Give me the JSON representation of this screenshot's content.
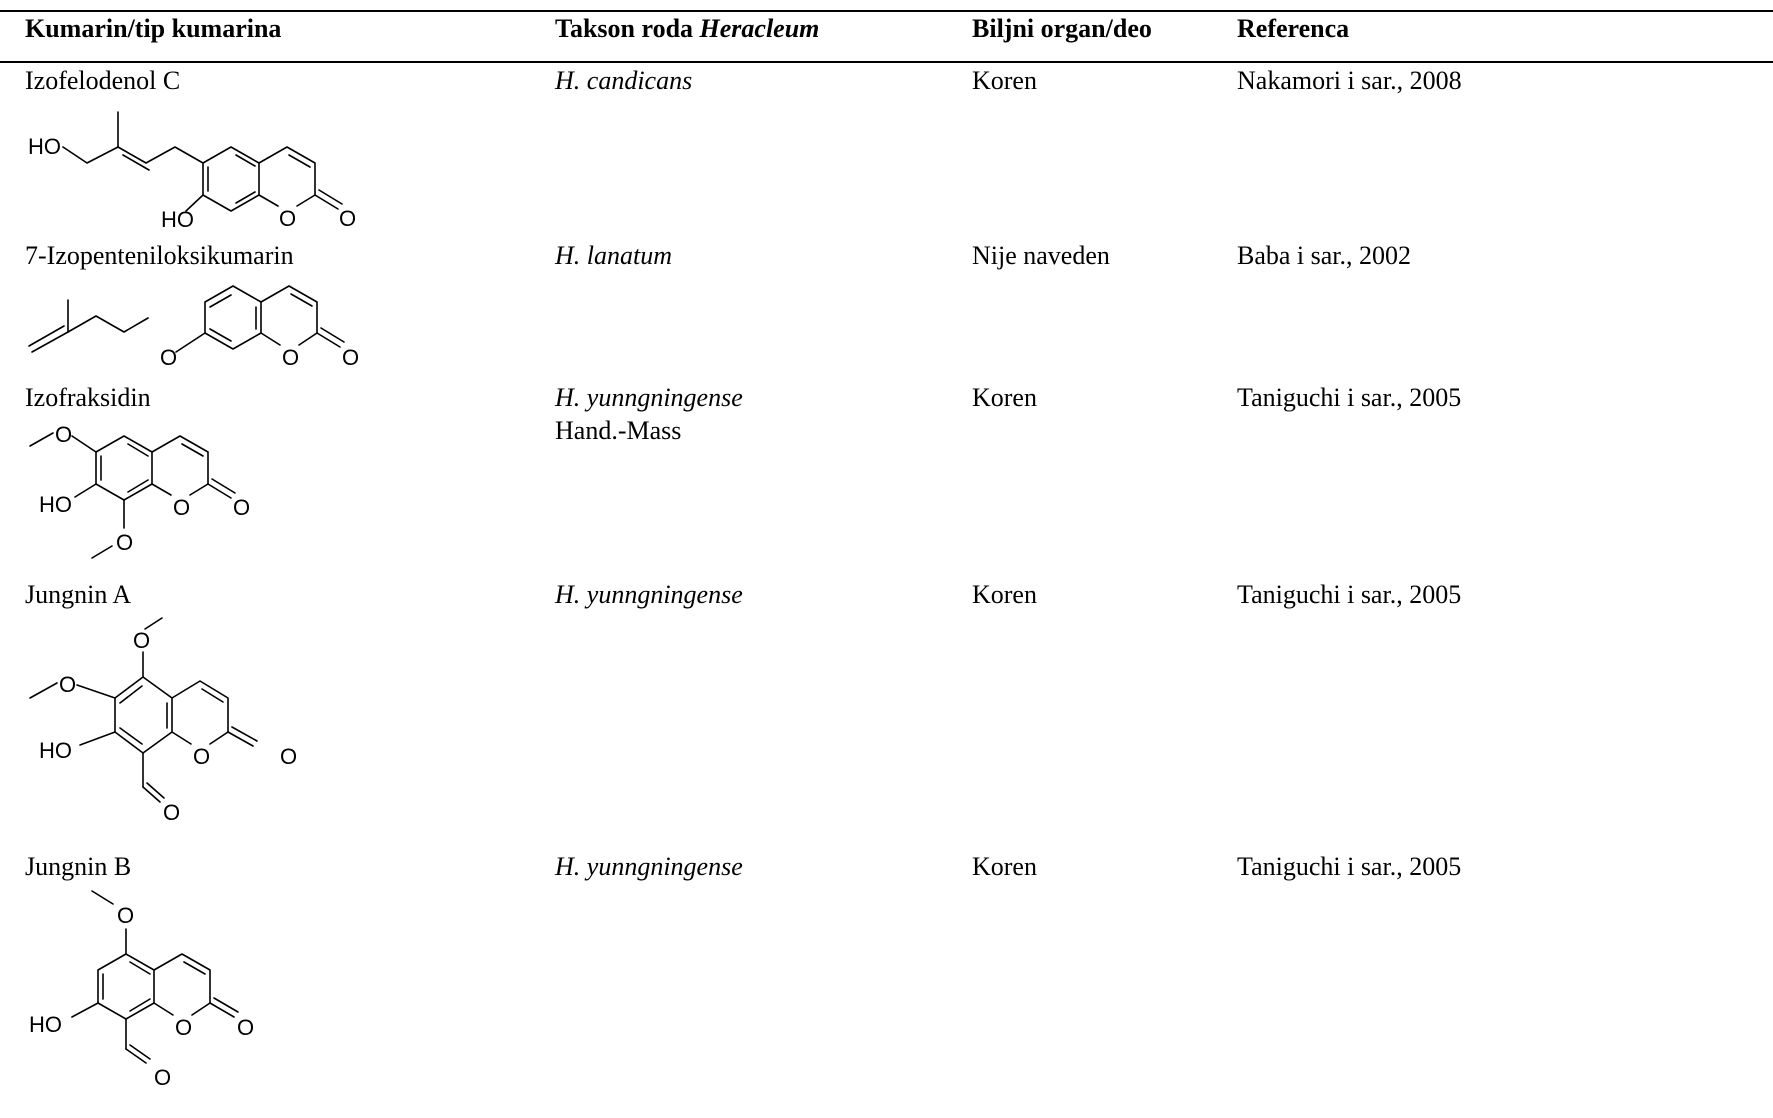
{
  "table": {
    "headers": {
      "compound": "Kumarin/tip kumarina",
      "taxon_prefix": "Takson roda ",
      "taxon_genus": "Heracleum",
      "organ": "Biljni organ/deo",
      "reference": "Referenca"
    },
    "rows": [
      {
        "compound": "Izofelodenol C",
        "taxon": "H. candicans",
        "taxon_author": "",
        "organ": "Koren",
        "reference": "Nakamori i sar., 2008"
      },
      {
        "compound": "7-Izopenteniloksikumarin",
        "taxon": "H. lanatum",
        "taxon_author": "",
        "organ": "Nije naveden",
        "reference": "Baba i sar., 2002"
      },
      {
        "compound": "Izofraksidin",
        "taxon": "H. yunngningense",
        "taxon_author": "Hand.-Mass",
        "organ": "Koren",
        "reference": "Taniguchi i sar., 2005"
      },
      {
        "compound": "Jungnin A",
        "taxon": "H. yunngningense",
        "taxon_author": "",
        "organ": "Koren",
        "reference": "Taniguchi i sar., 2005"
      },
      {
        "compound": "Jungnin B",
        "taxon": "H. yunngningense",
        "taxon_author": "",
        "organ": "Koren",
        "reference": "Taniguchi i sar., 2005"
      }
    ]
  },
  "atom_labels": {
    "ho": "HO",
    "o": "O"
  }
}
